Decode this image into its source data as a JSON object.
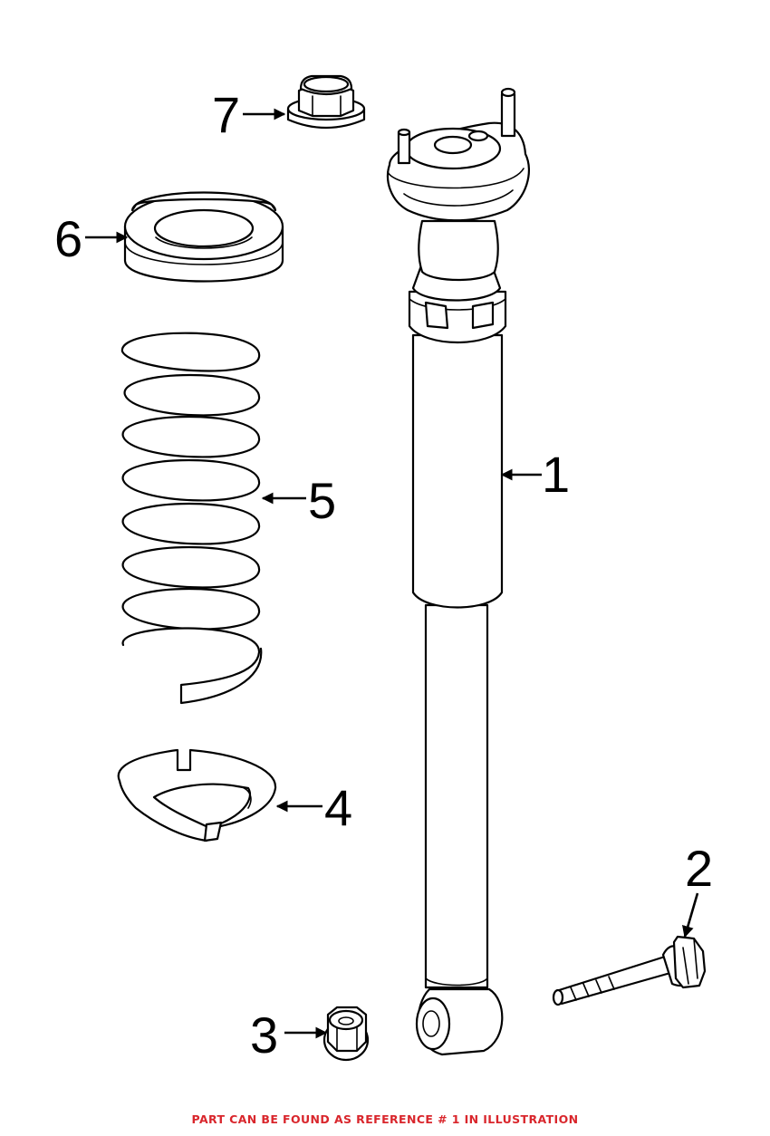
{
  "callouts": [
    {
      "id": "1",
      "label": "1",
      "part": "shock-absorber"
    },
    {
      "id": "2",
      "label": "2",
      "part": "bolt"
    },
    {
      "id": "3",
      "label": "3",
      "part": "nut"
    },
    {
      "id": "4",
      "label": "4",
      "part": "lower-spring-seat"
    },
    {
      "id": "5",
      "label": "5",
      "part": "coil-spring"
    },
    {
      "id": "6",
      "label": "6",
      "part": "upper-spring-insulator"
    },
    {
      "id": "7",
      "label": "7",
      "part": "top-nut"
    }
  ],
  "footer_note": "PART CAN BE FOUND AS REFERENCE # 1 IN ILLUSTRATION",
  "colors": {
    "line": "#000000",
    "background": "#ffffff",
    "footer_text": "#d9262c"
  }
}
